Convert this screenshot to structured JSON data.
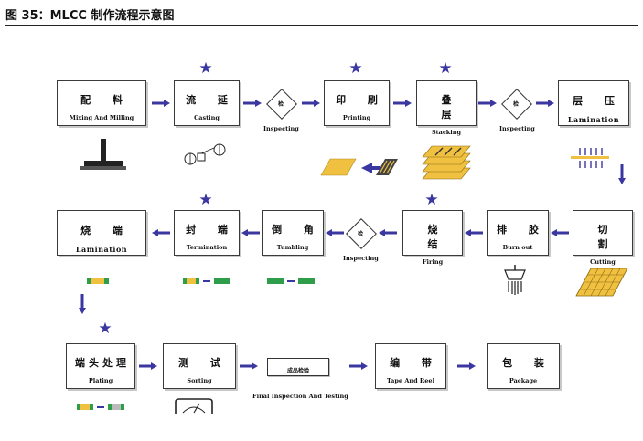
{
  "figure": {
    "title": "图 35：MLCC 制作流程示意图"
  },
  "steps": {
    "mixing": {
      "zh": "配 料",
      "en": "Mixing And Milling"
    },
    "casting": {
      "zh": "流 延",
      "en": "Casting"
    },
    "printing": {
      "zh": "印 刷",
      "en": "Printing"
    },
    "stacking": {
      "zh": "叠 层",
      "en": "Stacking"
    },
    "lamination": {
      "zh": "层 压",
      "en": "Lamination"
    },
    "cutting": {
      "zh": "切 割",
      "en": "Cutting"
    },
    "burnout": {
      "zh": "排 胶",
      "en": "Burn out"
    },
    "firing": {
      "zh": "烧 结",
      "en": "Firing"
    },
    "tumbling": {
      "zh": "倒 角",
      "en": "Tumbling"
    },
    "termination": {
      "zh": "封 端",
      "en": "Termination"
    },
    "endfiring": {
      "zh": "烧 端",
      "en": "Lamination"
    },
    "plating": {
      "zh": "端头处理",
      "en": "Plating"
    },
    "sorting": {
      "zh": "测 试",
      "en": "Sorting"
    },
    "final": {
      "zh": "成品检验",
      "en": "Final Inspection And Testing"
    },
    "tape": {
      "zh": "编 带",
      "en": "Tape And Reel"
    },
    "package": {
      "zh": "包 装",
      "en": "Package"
    }
  },
  "inspections": [
    {
      "glyph": "检",
      "caption": "Inspecting"
    },
    {
      "glyph": "检",
      "caption": "Inspecting"
    },
    {
      "glyph": "检",
      "caption": "Inspecting"
    }
  ],
  "colors": {
    "star": "#3b37a0",
    "arrow": "#3b37a0",
    "sheet_yellow": "#f0c040",
    "terminal_green": "#2e9e4a"
  }
}
